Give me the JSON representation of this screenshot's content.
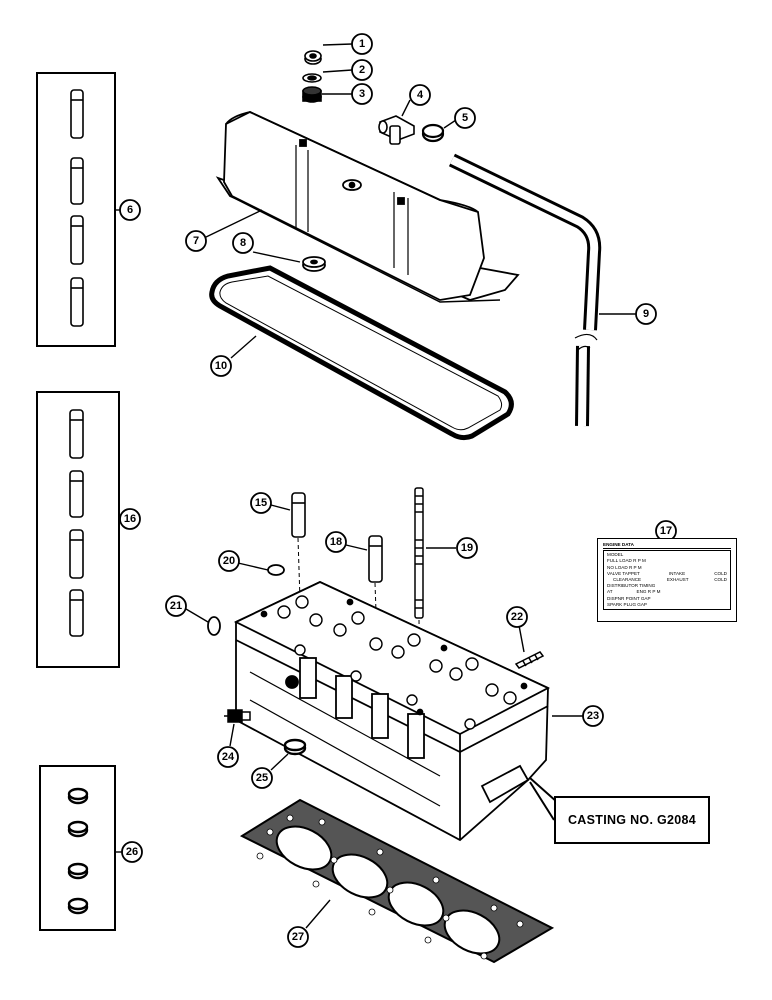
{
  "callouts": [
    "1",
    "2",
    "3",
    "4",
    "5",
    "6",
    "7",
    "8",
    "9",
    "10",
    "15",
    "16",
    "17",
    "18",
    "19",
    "20",
    "21",
    "22",
    "23",
    "24",
    "25",
    "26",
    "27"
  ],
  "casting_label": "CASTING NO. G2084",
  "data_plate": {
    "header_left": "ENGINE DATA",
    "rows": [
      {
        "left": "MODEL",
        "mid": "",
        "right": ""
      },
      {
        "left": "FULL LOAD R P M",
        "mid": "",
        "right": ""
      },
      {
        "left": "NO LOAD R P M",
        "mid": "",
        "right": ""
      },
      {
        "left": "VALVE TAPPET",
        "mid": "INTAKE",
        "right": "COLD"
      },
      {
        "left": "CLEARANCE",
        "mid": "EXHAUST",
        "right": "COLD"
      },
      {
        "left": "DISTRIBUTOR TIMING",
        "mid": "",
        "right": ""
      },
      {
        "left": "AT",
        "mid": "ENG R P M",
        "right": ""
      },
      {
        "left": "DISPNR POINT GAP",
        "mid": "",
        "right": ""
      },
      {
        "left": "SPARK PLUG GAP",
        "mid": "",
        "right": ""
      }
    ]
  },
  "colors": {
    "ink": "#000000",
    "paper": "#ffffff"
  }
}
